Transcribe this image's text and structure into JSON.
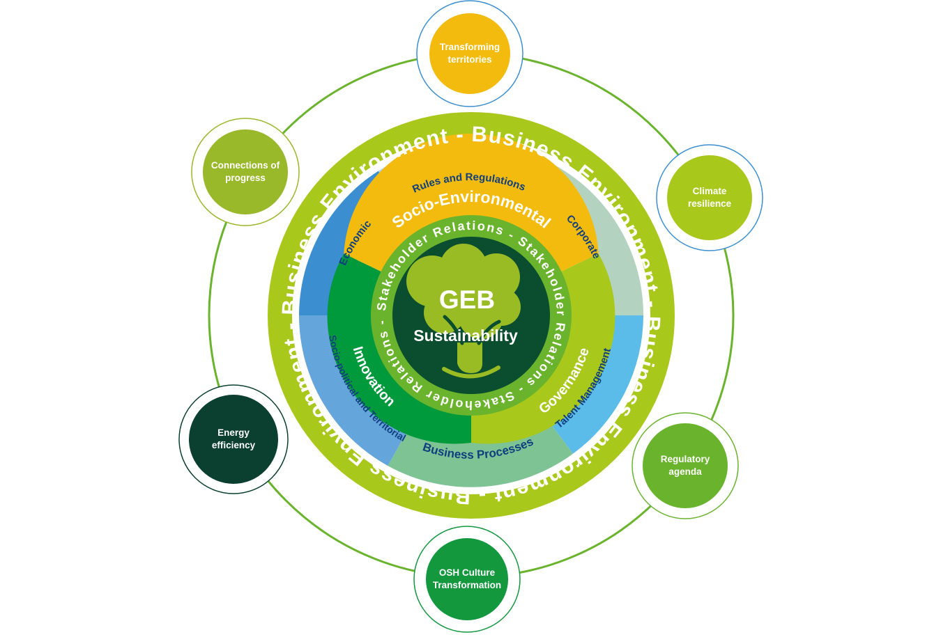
{
  "colors": {
    "outer_ring": "#a9c81c",
    "orbit": "#6ab42d",
    "rules": "#aed8f2",
    "corporate": "#b3d3c0",
    "talent": "#5bbcea",
    "business_proc": "#7ec394",
    "sociopolitical": "#64a5dc",
    "economic": "#3b8fd1",
    "socio_env": "#f3bb0e",
    "governance": "#a9c81c",
    "innovation": "#009a3d",
    "stakeholder": "#6ab42d",
    "core": "#0b4d2f",
    "tree": "#99bc25",
    "dark_text": "#0f3f7f"
  },
  "center": {
    "title": "GEB",
    "subtitle": "Sustainability",
    "icon": "tree-icon"
  },
  "rings": {
    "business_environment": "Business Environment - Business Environment - Business Environment - Business Environment -",
    "stakeholder_relations": "Stakeholder Relations - Stakeholder Relations - Stakeholder Relations -",
    "segments": {
      "rules": "Rules and Regulations",
      "corporate": "Corporate",
      "talent": "Talent Management",
      "business_processes": "Business Processes",
      "sociopolitical": "Socio-political and Territorial",
      "economic": "Economic"
    },
    "middle": {
      "socio_environmental": "Socio-Environmental",
      "governance": "Governance",
      "innovation": "Innovation"
    }
  },
  "satellites": [
    {
      "line1": "Transforming",
      "line2": "territories",
      "color": "#f3bb0e",
      "border": "#3b8fd1"
    },
    {
      "line1": "Climate",
      "line2": "resilience",
      "color": "#a9c81c",
      "border": "#3b8fd1"
    },
    {
      "line1": "Regulatory",
      "line2": "agenda",
      "color": "#6ab42d",
      "border": "#6ab42d"
    },
    {
      "line1": "OSH Culture",
      "line2": "Transformation",
      "color": "#13983e",
      "border": "#13983e"
    },
    {
      "line1": "Energy",
      "line2": "efficiency",
      "color": "#0b4030",
      "border": "#0b4030"
    },
    {
      "line1": "Connections of",
      "line2": "progress",
      "color": "#99b82a",
      "border": "#99b82a"
    }
  ]
}
